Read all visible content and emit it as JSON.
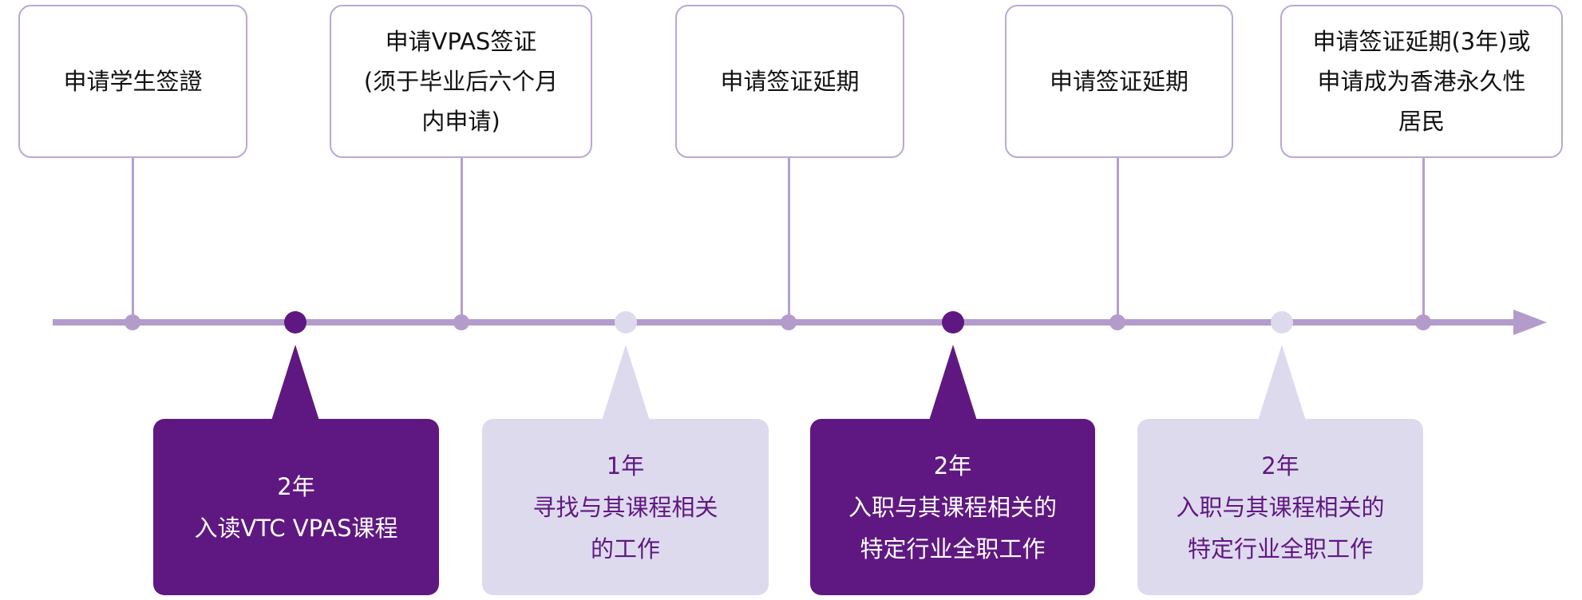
{
  "milestones": [
    {
      "label": "申请学生签證"
    },
    {
      "label": "申请VPAS签证\n(须于毕业后六个月\n内申请)"
    },
    {
      "label": "申请签证延期"
    },
    {
      "label": "申请签证延期"
    },
    {
      "label": "申请签证延期(3年)或\n申请成为香港永久性\n居民"
    }
  ],
  "periods": [
    {
      "duration": "2年",
      "description": "入读VTC VPAS课程",
      "style": "dark"
    },
    {
      "duration": "1年",
      "description": "寻找与其课程相关\n的工作",
      "style": "light"
    },
    {
      "duration": "2年",
      "description": "入职与其课程相关的\n特定行业全职工作",
      "style": "dark"
    },
    {
      "duration": "2年",
      "description": "入职与其课程相关的\n特定行业全职工作",
      "style": "light"
    }
  ],
  "colors": {
    "dark": "#5f1881",
    "light": "#dedaee",
    "line": "#b39ccc"
  }
}
